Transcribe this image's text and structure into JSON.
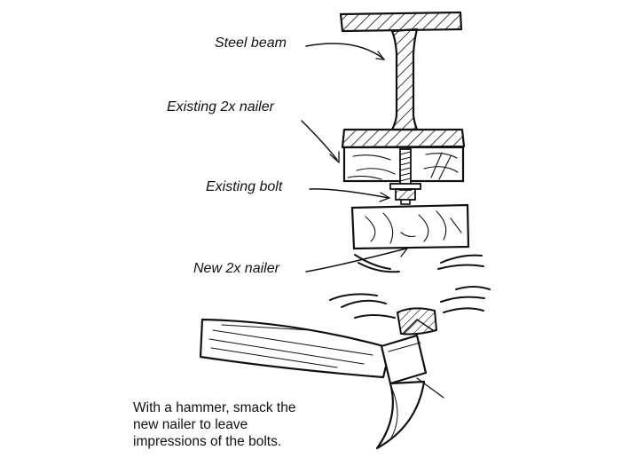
{
  "labels": {
    "steel_beam": "Steel beam",
    "existing_nailer": "Existing 2x nailer",
    "existing_bolt": "Existing bolt",
    "new_nailer": "New 2x nailer"
  },
  "caption": {
    "lines": [
      "With a hammer, smack the",
      "new nailer to leave",
      "impressions of the bolts."
    ]
  },
  "colors": {
    "ink": "#111111",
    "paper": "#ffffff"
  },
  "icons": [
    "steel-beam-icon",
    "bolt-icon",
    "hammer-icon"
  ]
}
